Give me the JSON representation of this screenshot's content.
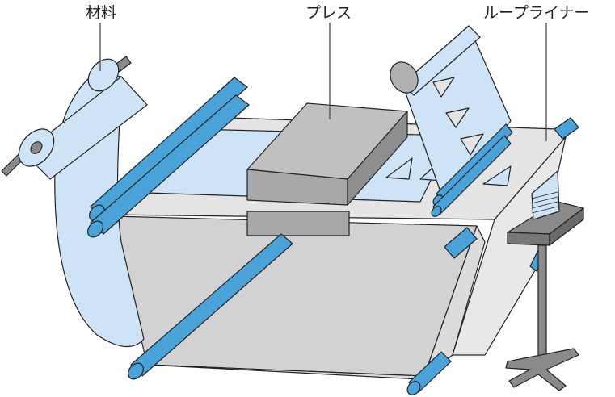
{
  "labels": {
    "material": "材料",
    "press": "プレス",
    "loop_liner": "ループライナー"
  },
  "colors": {
    "material_sheet": "#cfe3f6",
    "roller_blue": "#4aa3d8",
    "press_grey": "#a8a8a8",
    "liner_grey": "#e4e4e4",
    "lower_loop_grey": "#d2d2d2",
    "stand_grey": "#8a8a8a"
  }
}
